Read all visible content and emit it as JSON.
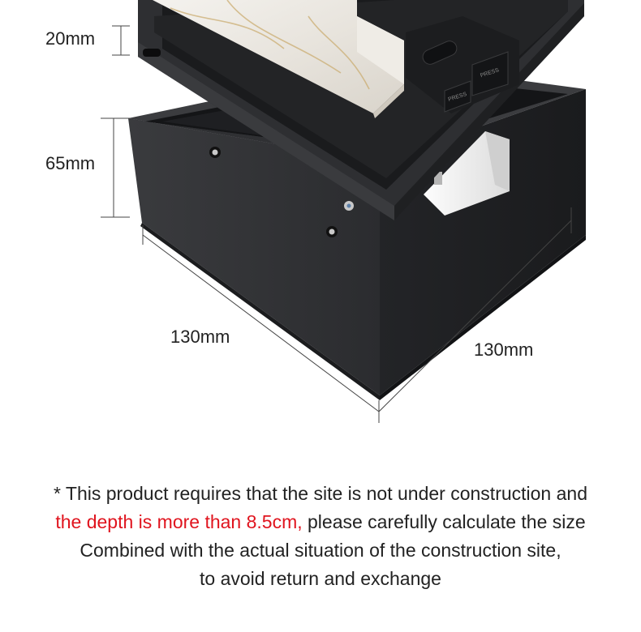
{
  "dimensions": {
    "lid_height": "20mm",
    "box_height": "65mm",
    "width_left": "130mm",
    "width_right": "130mm"
  },
  "buttons": {
    "left_label": "PRESS",
    "right_label": "PRESS"
  },
  "caption": {
    "line1": "* This product requires that the site is not under construction and",
    "line2_highlight": "the depth is more than 8.5cm,",
    "line2_rest": " please carefully calculate the size",
    "line3": "Combined with the actual situation of the construction site,",
    "line4": "to avoid return and exchange"
  },
  "colors": {
    "highlight": "#e0141e",
    "box_body": "#2a2b2d",
    "text": "#222222"
  }
}
